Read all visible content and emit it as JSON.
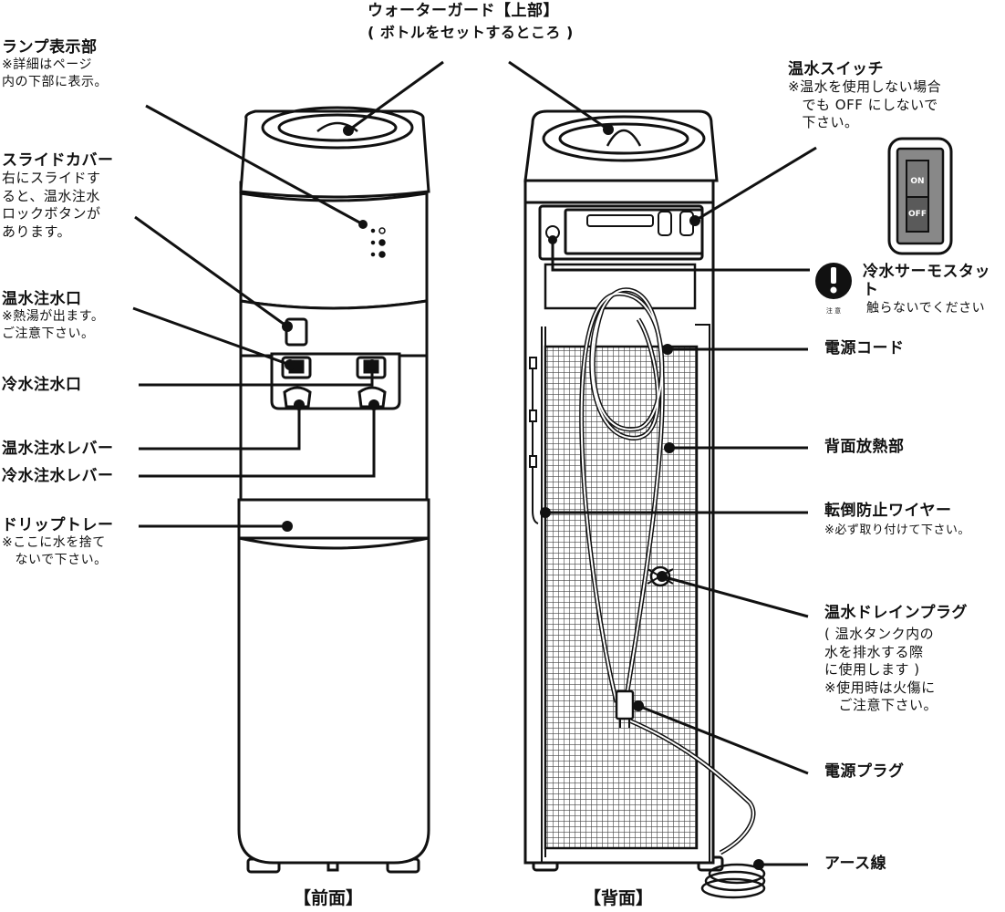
{
  "labels": {
    "water_guard": {
      "title": "ウォーターガード【上部】",
      "note": "( ボトルをセットするところ )"
    },
    "lamp": {
      "title": "ランプ表示部",
      "note": "※詳細はページ\n内の下部に表示。"
    },
    "slide_cover": {
      "title": "スライドカバー",
      "note": "右にスライドす\nると、温水注水\nロックボタンが\nあります。"
    },
    "hot_outlet": {
      "title": "温水注水口",
      "note": "※熱湯が出ます。\nご注意下さい。"
    },
    "cold_outlet": {
      "title": "冷水注水口"
    },
    "hot_lever": {
      "title": "温水注水レバー"
    },
    "cold_lever": {
      "title": "冷水注水レバー"
    },
    "drip_tray": {
      "title": "ドリップトレー",
      "note": "※ここに水を捨て\n　ないで下さい。"
    },
    "hot_switch": {
      "title": "温水スイッチ",
      "note": "※温水を使用しない場合\n　でも OFF にしないで\n　下さい。"
    },
    "thermostat": {
      "title": "冷水サーモスタット",
      "note": "触らないでください"
    },
    "power_cord": {
      "title": "電源コード"
    },
    "radiator": {
      "title": "背面放熱部"
    },
    "wire": {
      "title": "転倒防止ワイヤー",
      "note": "※必ず取り付けて下さい。"
    },
    "drain_plug": {
      "title": "温水ドレインプラグ",
      "note": "( 温水タンク内の\n水を排水する際\nに使用します )\n※使用時は火傷に\n　ご注意下さい。"
    },
    "power_plug": {
      "title": "電源プラグ"
    },
    "earth": {
      "title": "アース線"
    }
  },
  "switch": {
    "on": "ON",
    "off": "OFF"
  },
  "caution": {
    "text": "注 意"
  },
  "captions": {
    "front": "【前面】",
    "back": "【背面】"
  }
}
